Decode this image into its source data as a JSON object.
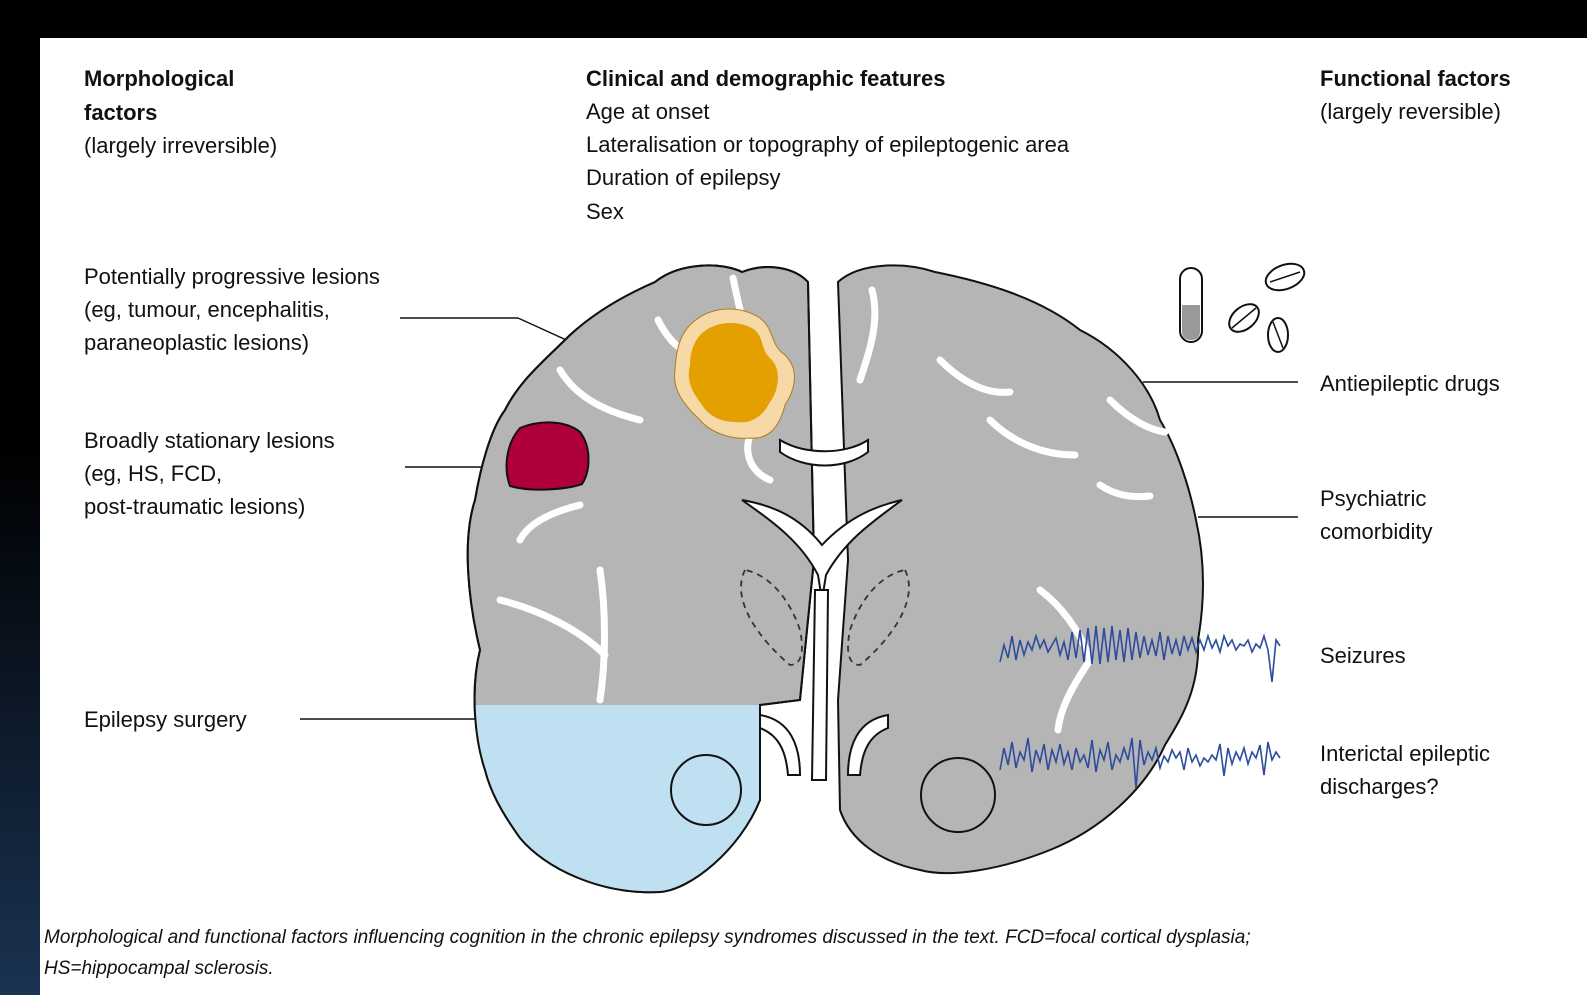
{
  "header": {
    "morphological": {
      "title_line1": "Morphological",
      "title_line2": "factors",
      "subtitle": "(largely irreversible)"
    },
    "clinical": {
      "title": "Clinical and demographic features",
      "items": [
        "Age at onset",
        "Lateralisation or topography of epileptogenic area",
        "Duration of epilepsy",
        "Sex"
      ]
    },
    "functional": {
      "title": "Functional factors",
      "subtitle": "(largely reversible)"
    }
  },
  "left_labels": {
    "progressive": [
      "Potentially progressive lesions",
      "(eg, tumour, encephalitis,",
      "paraneoplastic lesions)"
    ],
    "stationary": [
      "Broadly stationary lesions",
      "(eg, HS, FCD,",
      "post-traumatic lesions)"
    ],
    "surgery": "Epilepsy surgery"
  },
  "right_labels": {
    "drugs": "Antiepileptic drugs",
    "psychiatric": [
      "Psychiatric",
      "comorbidity"
    ],
    "seizures": "Seizures",
    "interictal": [
      "Interictal epileptic",
      "discharges?"
    ]
  },
  "caption": {
    "line1": "Morphological and functional factors influencing cognition in the chronic epilepsy syndromes discussed in the text. FCD=focal cortical dysplasia;",
    "line2": "HS=hippocampal sclerosis."
  },
  "colors": {
    "brain": "#b5b5b5",
    "tumour": "#e3a000",
    "tumour_halo": "#f6d9a6",
    "stationary_lesion": "#b0003a",
    "surgery_region": "#bfe0f0",
    "eeg": "#2c4c9c"
  }
}
